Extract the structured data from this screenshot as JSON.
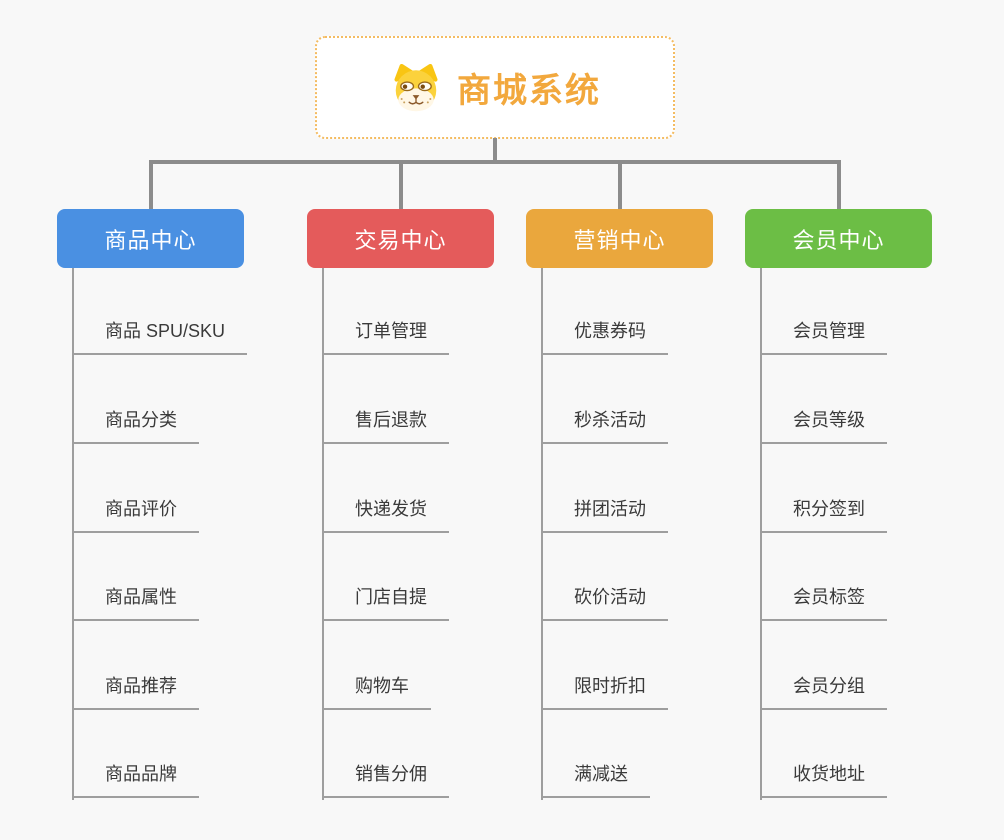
{
  "root": {
    "title": "商城系统",
    "title_color": "#F2A83D",
    "icon": "dog-face",
    "border_color": "#F4BC62"
  },
  "connector_color": "#8C8C8C",
  "branches": [
    {
      "label": "商品中心",
      "color": "#4A90E2",
      "items": [
        "商品 SPU/SKU",
        "商品分类",
        "商品评价",
        "商品属性",
        "商品推荐",
        "商品品牌"
      ]
    },
    {
      "label": "交易中心",
      "color": "#E45B5B",
      "items": [
        "订单管理",
        "售后退款",
        "快递发货",
        "门店自提",
        "购物车",
        "销售分佣"
      ]
    },
    {
      "label": "营销中心",
      "color": "#EAA73D",
      "items": [
        "优惠券码",
        "秒杀活动",
        "拼团活动",
        "砍价活动",
        "限时折扣",
        "满减送"
      ]
    },
    {
      "label": "会员中心",
      "color": "#6CBE45",
      "items": [
        "会员管理",
        "会员等级",
        "积分签到",
        "会员标签",
        "会员分组",
        "收货地址"
      ]
    }
  ]
}
